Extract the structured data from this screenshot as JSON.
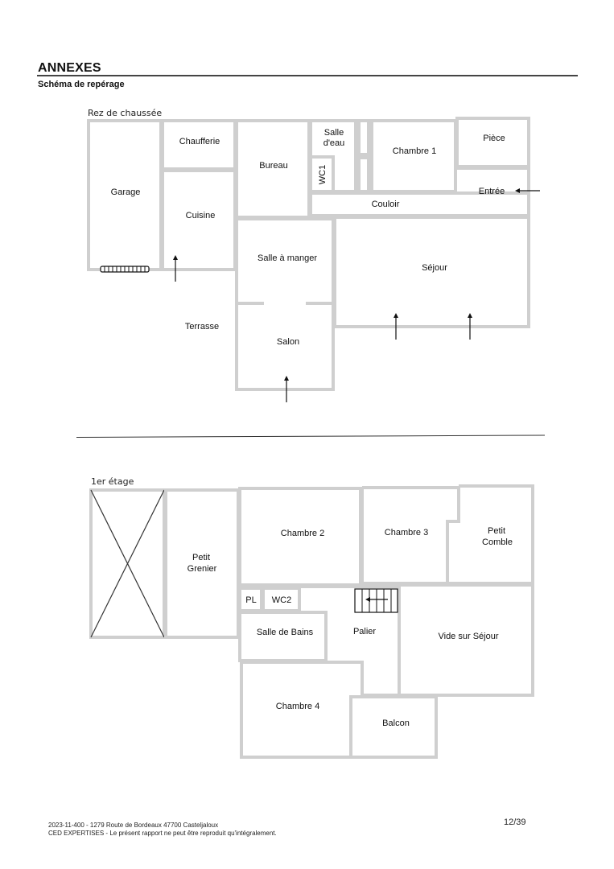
{
  "header": {
    "title": "ANNEXES",
    "subtitle": "Schéma de repérage"
  },
  "ground_floor": {
    "label": "Rez de chaussée",
    "rooms": {
      "garage": "Garage",
      "chaufferie": "Chaufferie",
      "cuisine": "Cuisine",
      "bureau": "Bureau",
      "salle_deau_1": "Salle",
      "salle_deau_2": "d'eau",
      "wc1": "WC1",
      "chambre1": "Chambre 1",
      "piece": "Pièce",
      "entree": "Entrée",
      "couloir": "Couloir",
      "salle_a_manger": "Salle à manger",
      "sejour": "Séjour",
      "terrasse": "Terrasse",
      "salon": "Salon"
    }
  },
  "first_floor": {
    "label": "1er étage",
    "rooms": {
      "petit_grenier_1": "Petit",
      "petit_grenier_2": "Grenier",
      "chambre2": "Chambre 2",
      "chambre3": "Chambre 3",
      "petit_comble_1": "Petit",
      "petit_comble_2": "Comble",
      "pl": "PL",
      "wc2": "WC2",
      "salle_de_bains": "Salle de Bains",
      "palier": "Palier",
      "vide_sur_sejour": "Vide sur Séjour",
      "chambre4": "Chambre 4",
      "balcon": "Balcon"
    }
  },
  "footer": {
    "line1": "2023-11-400  -  1279 Route de Bordeaux  47700  Casteljaloux",
    "line2": "CED EXPERTISES - Le présent rapport ne peut être reproduit qu'intégralement.",
    "page": "12/39"
  },
  "colors": {
    "wall": "#cfcfcf",
    "text": "#111111",
    "rule": "#444444"
  }
}
